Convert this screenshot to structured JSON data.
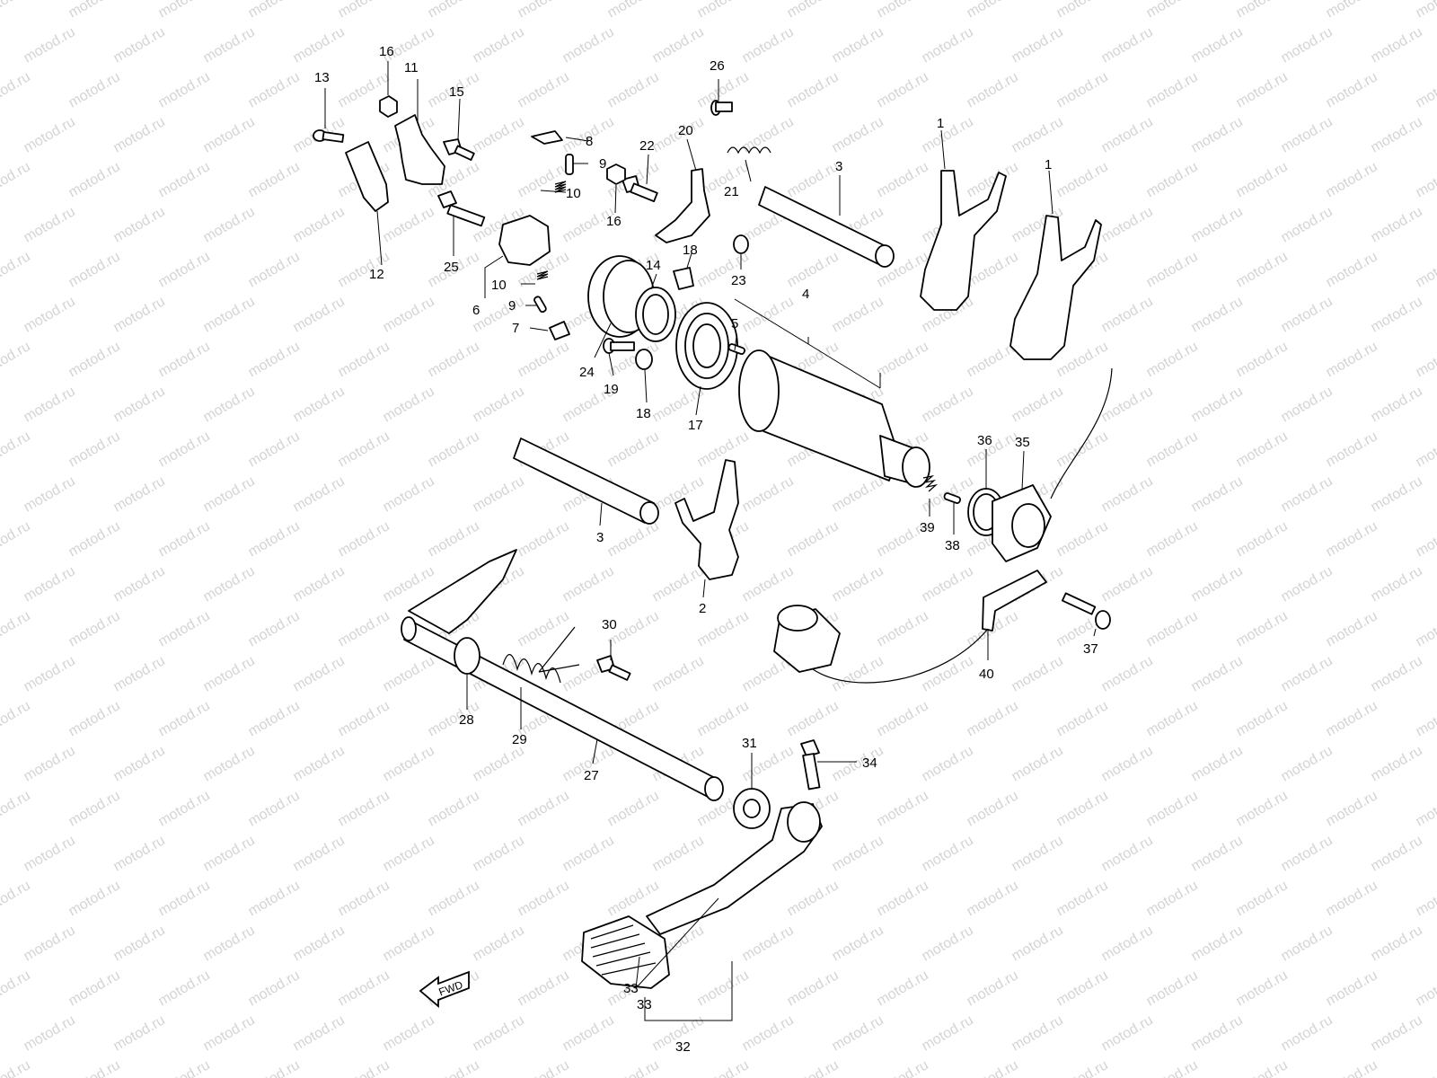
{
  "watermark": "motod.ru",
  "direction_arrow_label": "FWD",
  "callouts": [
    "1",
    "1",
    "2",
    "3",
    "3",
    "4",
    "5",
    "6",
    "7",
    "8",
    "9",
    "9",
    "10",
    "10",
    "11",
    "12",
    "13",
    "14",
    "15",
    "16",
    "16",
    "17",
    "18",
    "18",
    "19",
    "20",
    "21",
    "22",
    "23",
    "24",
    "25",
    "26",
    "27",
    "28",
    "29",
    "30",
    "31",
    "32",
    "33",
    "33",
    "34",
    "35",
    "36",
    "37",
    "38",
    "39",
    "40"
  ],
  "colors": {
    "ink": "#000000",
    "watermark": "#d4d4d4",
    "background": "#ffffff"
  }
}
